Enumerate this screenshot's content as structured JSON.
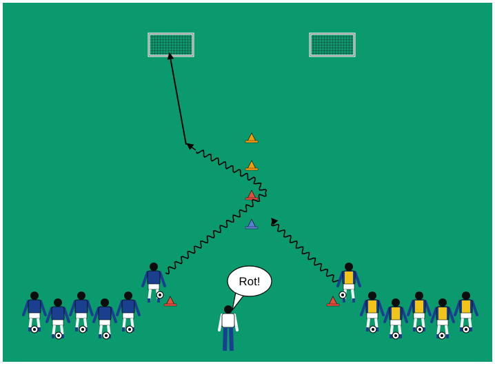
{
  "colors": {
    "pitch": "#0a9a6e",
    "blue_kit": "#1b3f8f",
    "yellow_kit": "#f0c419",
    "coach_kit": "#1b3f8f",
    "cone_orange": "#f39c12",
    "cone_red": "#e74c3c",
    "cone_blue": "#5b7fd6"
  },
  "icons": {
    "goal": "goal-icon",
    "cone": "cone-icon",
    "player": "player-icon",
    "ball": "ball-icon",
    "coach": "coach-icon"
  },
  "coach": {
    "callout": "Rot!"
  },
  "cones": [
    {
      "color": "orange"
    },
    {
      "color": "orange"
    },
    {
      "color": "red"
    },
    {
      "color": "blue"
    }
  ],
  "teams": {
    "blue_queue_count": 5,
    "yellow_queue_count": 5
  }
}
